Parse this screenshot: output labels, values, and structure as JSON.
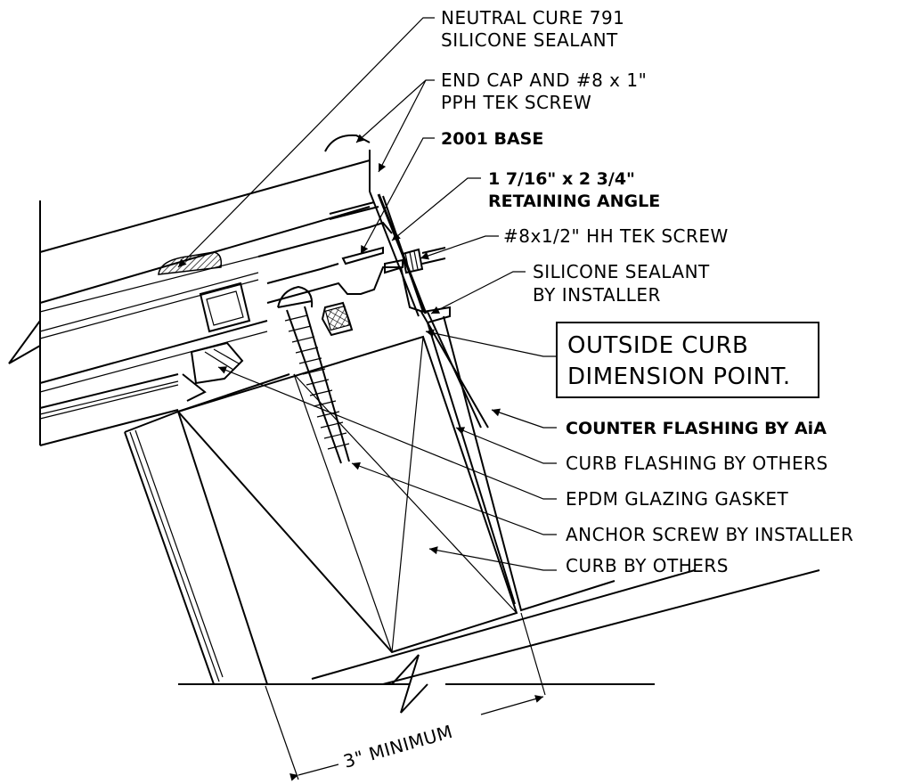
{
  "labels": {
    "sealant_791": [
      "NEUTRAL CURE 791",
      "SILICONE SEALANT"
    ],
    "end_cap": [
      "END CAP AND #8 x 1\"",
      "PPH TEK SCREW"
    ],
    "base": "2001 BASE",
    "retaining_angle": [
      "1 7/16\" x 2 3/4\"",
      "RETAINING ANGLE"
    ],
    "tek_screw": "#8x1/2\" HH TEK SCREW",
    "installer_sealant": [
      "SILICONE SEALANT",
      "BY INSTALLER"
    ],
    "dimension_point": [
      "OUTSIDE CURB",
      "DIMENSION POINT."
    ],
    "counter_flashing": "COUNTER FLASHING BY AiA",
    "curb_flashing": "CURB FLASHING BY OTHERS",
    "gasket": "EPDM GLAZING GASKET",
    "anchor_screw": "ANCHOR SCREW BY INSTALLER",
    "curb": "CURB BY OTHERS",
    "minimum": "3\" MINIMUM"
  }
}
